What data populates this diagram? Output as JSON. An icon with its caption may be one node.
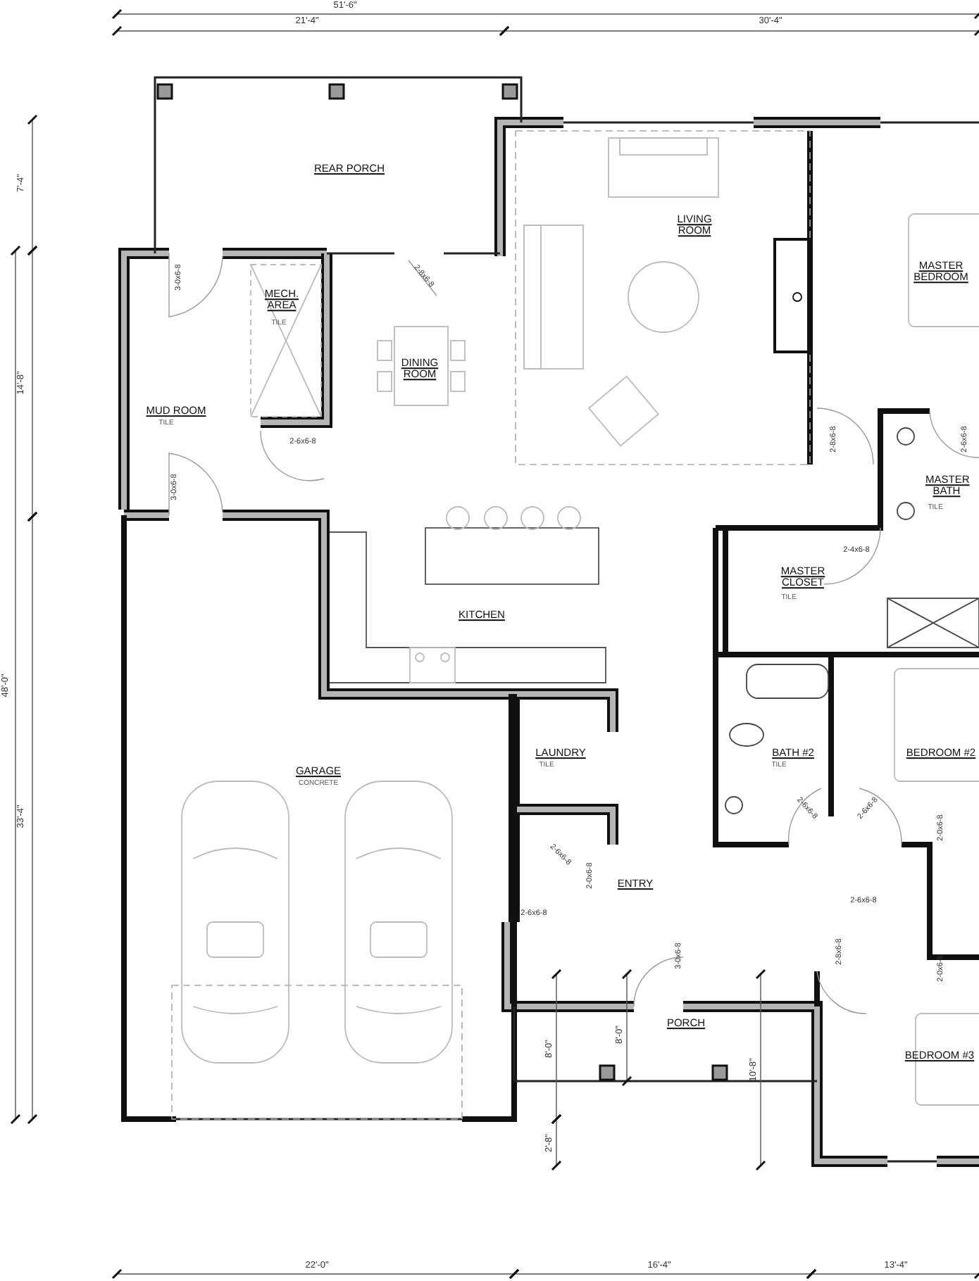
{
  "diagram": {
    "labels": [
      "51'-6\"",
      "21'-4\"",
      "30'-4\"",
      "7'-4\"",
      "REAR PORCH",
      "LIVING ROOM",
      "3-0x6-8",
      "2-8x6-8",
      "MASTER BEDROOM",
      "MECH. AREA",
      "TILE",
      "14'-8\"",
      "DINING ROOM",
      "MUD ROOM",
      "TILE",
      "2-6x6-8",
      "2-8x6-8",
      "2-6x6-8",
      "3-0x6-8",
      "MASTER BATH",
      "TILE",
      "2-4x6-8",
      "MASTER CLOSET",
      "TILE",
      "KITCHEN",
      "48'-0\"",
      "LAUNDRY",
      "TILE",
      "BATH #2",
      "TILE",
      "BEDROOM #2",
      "GARAGE",
      "CONCRETE",
      "33'-4\"",
      "2-6x6-8",
      "2-6x6-8",
      "2-0x6-8",
      "2-6x6-8",
      "2-0x6-8",
      "ENTRY",
      "2-6x6-8",
      "2-6x6-8",
      "3-0x6-8",
      "2-8x6-8",
      "2-0x6-8",
      "8'-0\"",
      "8'-0\"",
      "PORCH",
      "10'-8\"",
      "BEDROOM #3",
      "2'-8\"",
      "22'-0\"",
      "16'-4\"",
      "13'-4\""
    ]
  }
}
